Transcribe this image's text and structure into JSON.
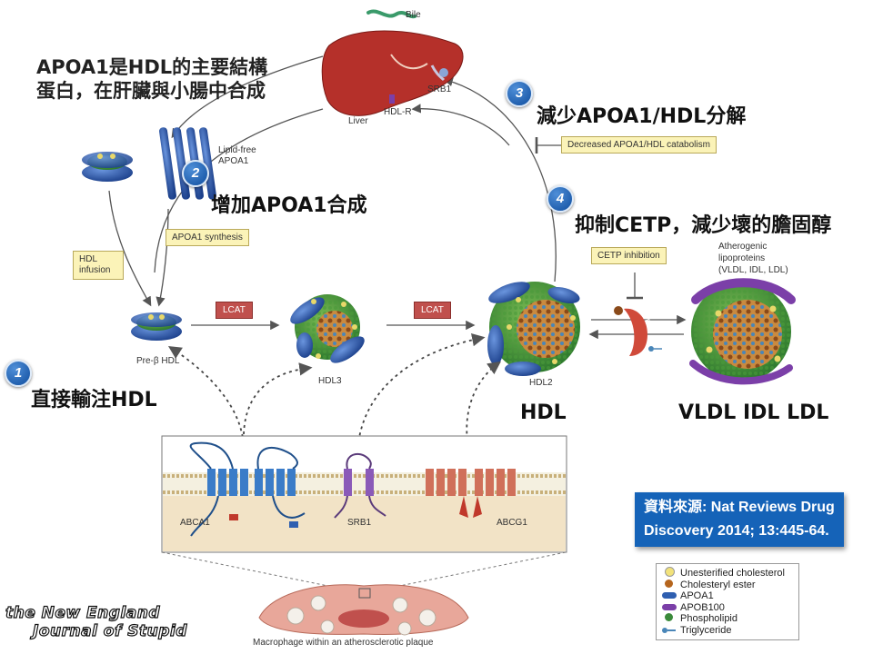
{
  "annotations": {
    "apoa1_structure_line1": "APOA1是HDL的主要結構",
    "apoa1_structure_line2": "蛋白，在肝臟與小腸中合成",
    "step2": "增加APOA1合成",
    "step3": "減少APOA1/HDL分解",
    "step4": "抑制CETP，減少壞的膽固醇",
    "step1": "直接輸注HDL",
    "hdl_big": "HDL",
    "vldl_big": "VLDL IDL LDL"
  },
  "steps": [
    "1",
    "2",
    "3",
    "4"
  ],
  "labels": {
    "bile": "Bile",
    "liver": "Liver",
    "srb1_liver": "SRB1",
    "hdl_r": "HDL-R",
    "lipid_free": "Lipid-free",
    "apoa1": "APOA1",
    "pre_beta": "Pre-β HDL",
    "hdl3": "HDL3",
    "hdl2": "HDL2",
    "atherogenic_1": "Atherogenic",
    "atherogenic_2": "lipoproteins",
    "atherogenic_3": "(VLDL, IDL, LDL)",
    "cetp": "CETP",
    "abca1": "ABCA1",
    "srb1": "SRB1",
    "abcg1": "ABCG1",
    "macrophage": "Macrophage within an atherosclerotic plaque"
  },
  "boxes": {
    "hdl_infusion_1": "HDL",
    "hdl_infusion_2": "infusion",
    "apoa1_synthesis": "APOA1 synthesis",
    "decreased_catabolism": "Decreased APOA1/HDL catabolism",
    "cetp_inhibition": "CETP inhibition",
    "lcat": "LCAT"
  },
  "source": {
    "line1": "資料來源: Nat Reviews Drug",
    "line2": "Discovery 2014; 13:445-64."
  },
  "legend": [
    {
      "label": "Unesterified cholesterol",
      "color": "#f2e27a"
    },
    {
      "label": "Cholesteryl ester",
      "color": "#b5651d"
    },
    {
      "label": "APOA1",
      "color": "#2f5fb0"
    },
    {
      "label": "APOB100",
      "color": "#7b3fa8"
    },
    {
      "label": "Phospholipid",
      "color": "#3a8a3a"
    },
    {
      "label": "Triglyceride",
      "color": "#4a86b8"
    }
  ],
  "logo": {
    "line1": "the New England",
    "line2": "Journal of Stupid"
  },
  "colors": {
    "apoa1_blue": "#2f5fb0",
    "liver_red": "#b5302a",
    "lcat_red": "#c0504d",
    "phospholipid_green": "#3a8a3a",
    "apob_purple": "#7b3fa8",
    "source_blue": "#1563b8"
  }
}
